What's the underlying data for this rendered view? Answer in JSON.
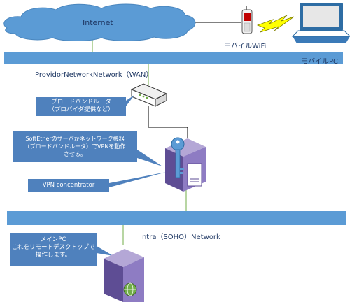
{
  "labels": {
    "internet": "Internet",
    "mobile_wifi": "モバイルWiFi",
    "mobile_pc": "モバイルPC",
    "wan": "ProvidorNetworkNetwork（WAN）",
    "router_callout": [
      "ブロードバンドルータ",
      "（プロバイダ提供など）"
    ],
    "softether_callout": [
      "SoftEtherのサーバかネットワーク機器",
      "（ブロードバンドルータ）でVPNを動作",
      "させる。"
    ],
    "vpn_concentrator": "VPN concentrator",
    "intra": "Intra（SOHO）Network",
    "main_pc_callout": [
      "メインPC",
      "これをリモートデスクトップで",
      "操作します。"
    ]
  },
  "colors": {
    "cloud": "#5b9bd5",
    "bar": "#5b9bd5",
    "callout": "#4f81bd",
    "link_wan": "#70ad47",
    "link_black": "#000000",
    "lightning": "#ffff00",
    "label": "#1f3864"
  },
  "icons": [
    "cloud-icon",
    "mobile-phone-icon",
    "lightning-icon",
    "laptop-icon",
    "router-icon",
    "server-icon",
    "key-icon",
    "globe-icon"
  ]
}
